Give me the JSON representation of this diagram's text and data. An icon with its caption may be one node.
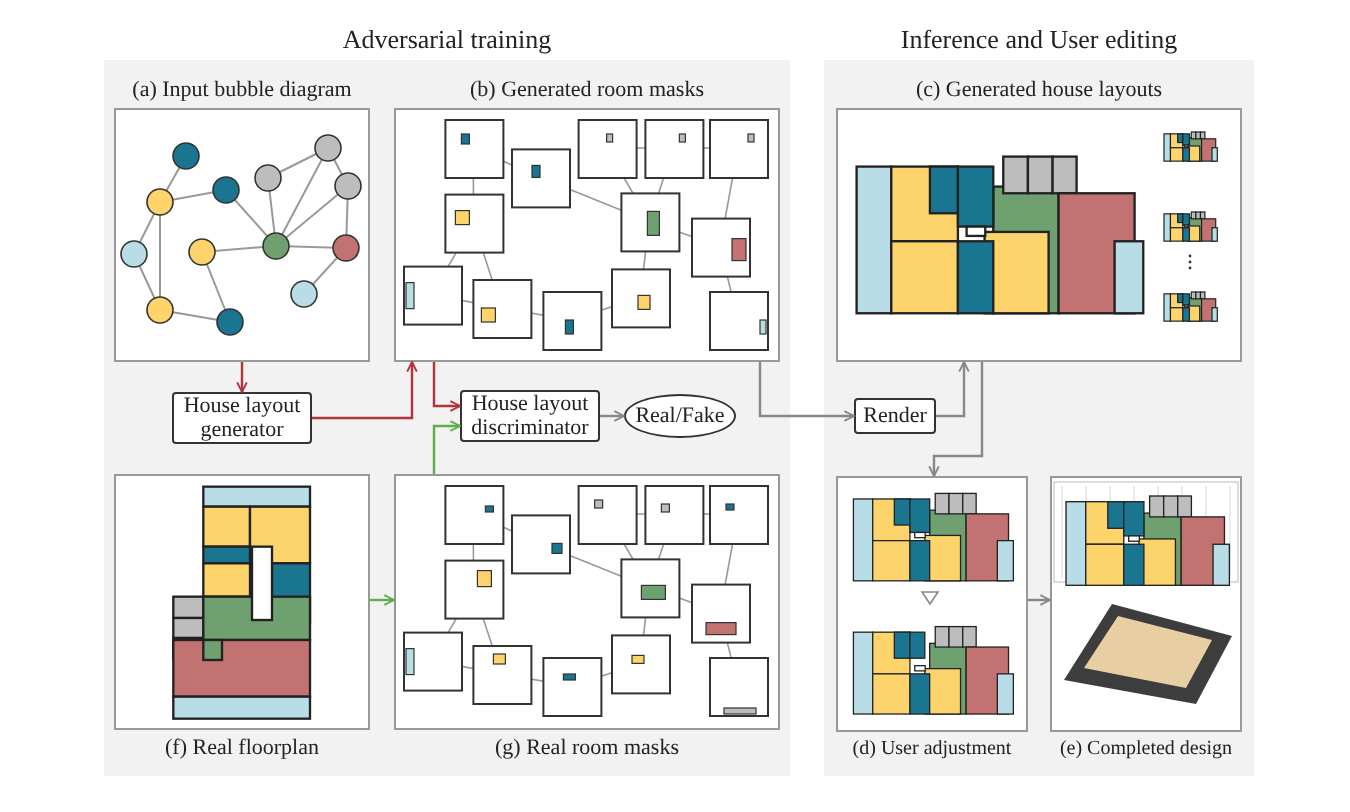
{
  "diagram": {
    "nodes": [
      {
        "text": [
          "Adversarial training"
        ]
      },
      {
        "text": [
          "Inference and User editing"
        ]
      },
      {
        "text": [
          "(a) Input bubble diagram"
        ],
        "in": 0
      },
      {
        "text": [
          "(b) Generated room masks"
        ],
        "in": 0
      },
      {
        "text": [
          "(c) Generated house layouts"
        ],
        "in": 1
      },
      {
        "text": [
          "House layout generator"
        ],
        "in": 0
      },
      {
        "text": [
          "House layout discriminator"
        ],
        "in": 0
      },
      {
        "text": [
          "Real/Fake"
        ],
        "in": 0
      },
      {
        "text": [
          "Render"
        ],
        "in": 1
      },
      {
        "text": [
          "(f) Real floorplan"
        ],
        "in": 0
      },
      {
        "text": [
          "(g) Real room masks"
        ],
        "in": 0
      },
      {
        "text": [
          "(d) User adjustment"
        ],
        "in": 1
      },
      {
        "text": [
          "(e) Completed design"
        ],
        "in": 1
      }
    ],
    "edges": [
      {
        "from": 2,
        "to": 5,
        "arrow": "to",
        "color": "#b5333a"
      },
      {
        "from": 5,
        "to": 3,
        "arrow": "to",
        "color": "#b5333a"
      },
      {
        "from": 3,
        "to": 6,
        "arrow": "to",
        "color": "#b5333a"
      },
      {
        "from": 10,
        "to": 6,
        "arrow": "to",
        "color": "#5cb04a"
      },
      {
        "from": 9,
        "to": 10,
        "arrow": "to",
        "color": "#5cb04a"
      },
      {
        "from": 6,
        "to": 7,
        "arrow": "to"
      },
      {
        "from": 3,
        "to": 8,
        "arrow": "to"
      },
      {
        "from": 8,
        "to": 4,
        "arrow": "to"
      },
      {
        "from": 4,
        "to": 11,
        "arrow": "to"
      },
      {
        "from": 11,
        "to": 12,
        "arrow": "to"
      }
    ]
  }
}
